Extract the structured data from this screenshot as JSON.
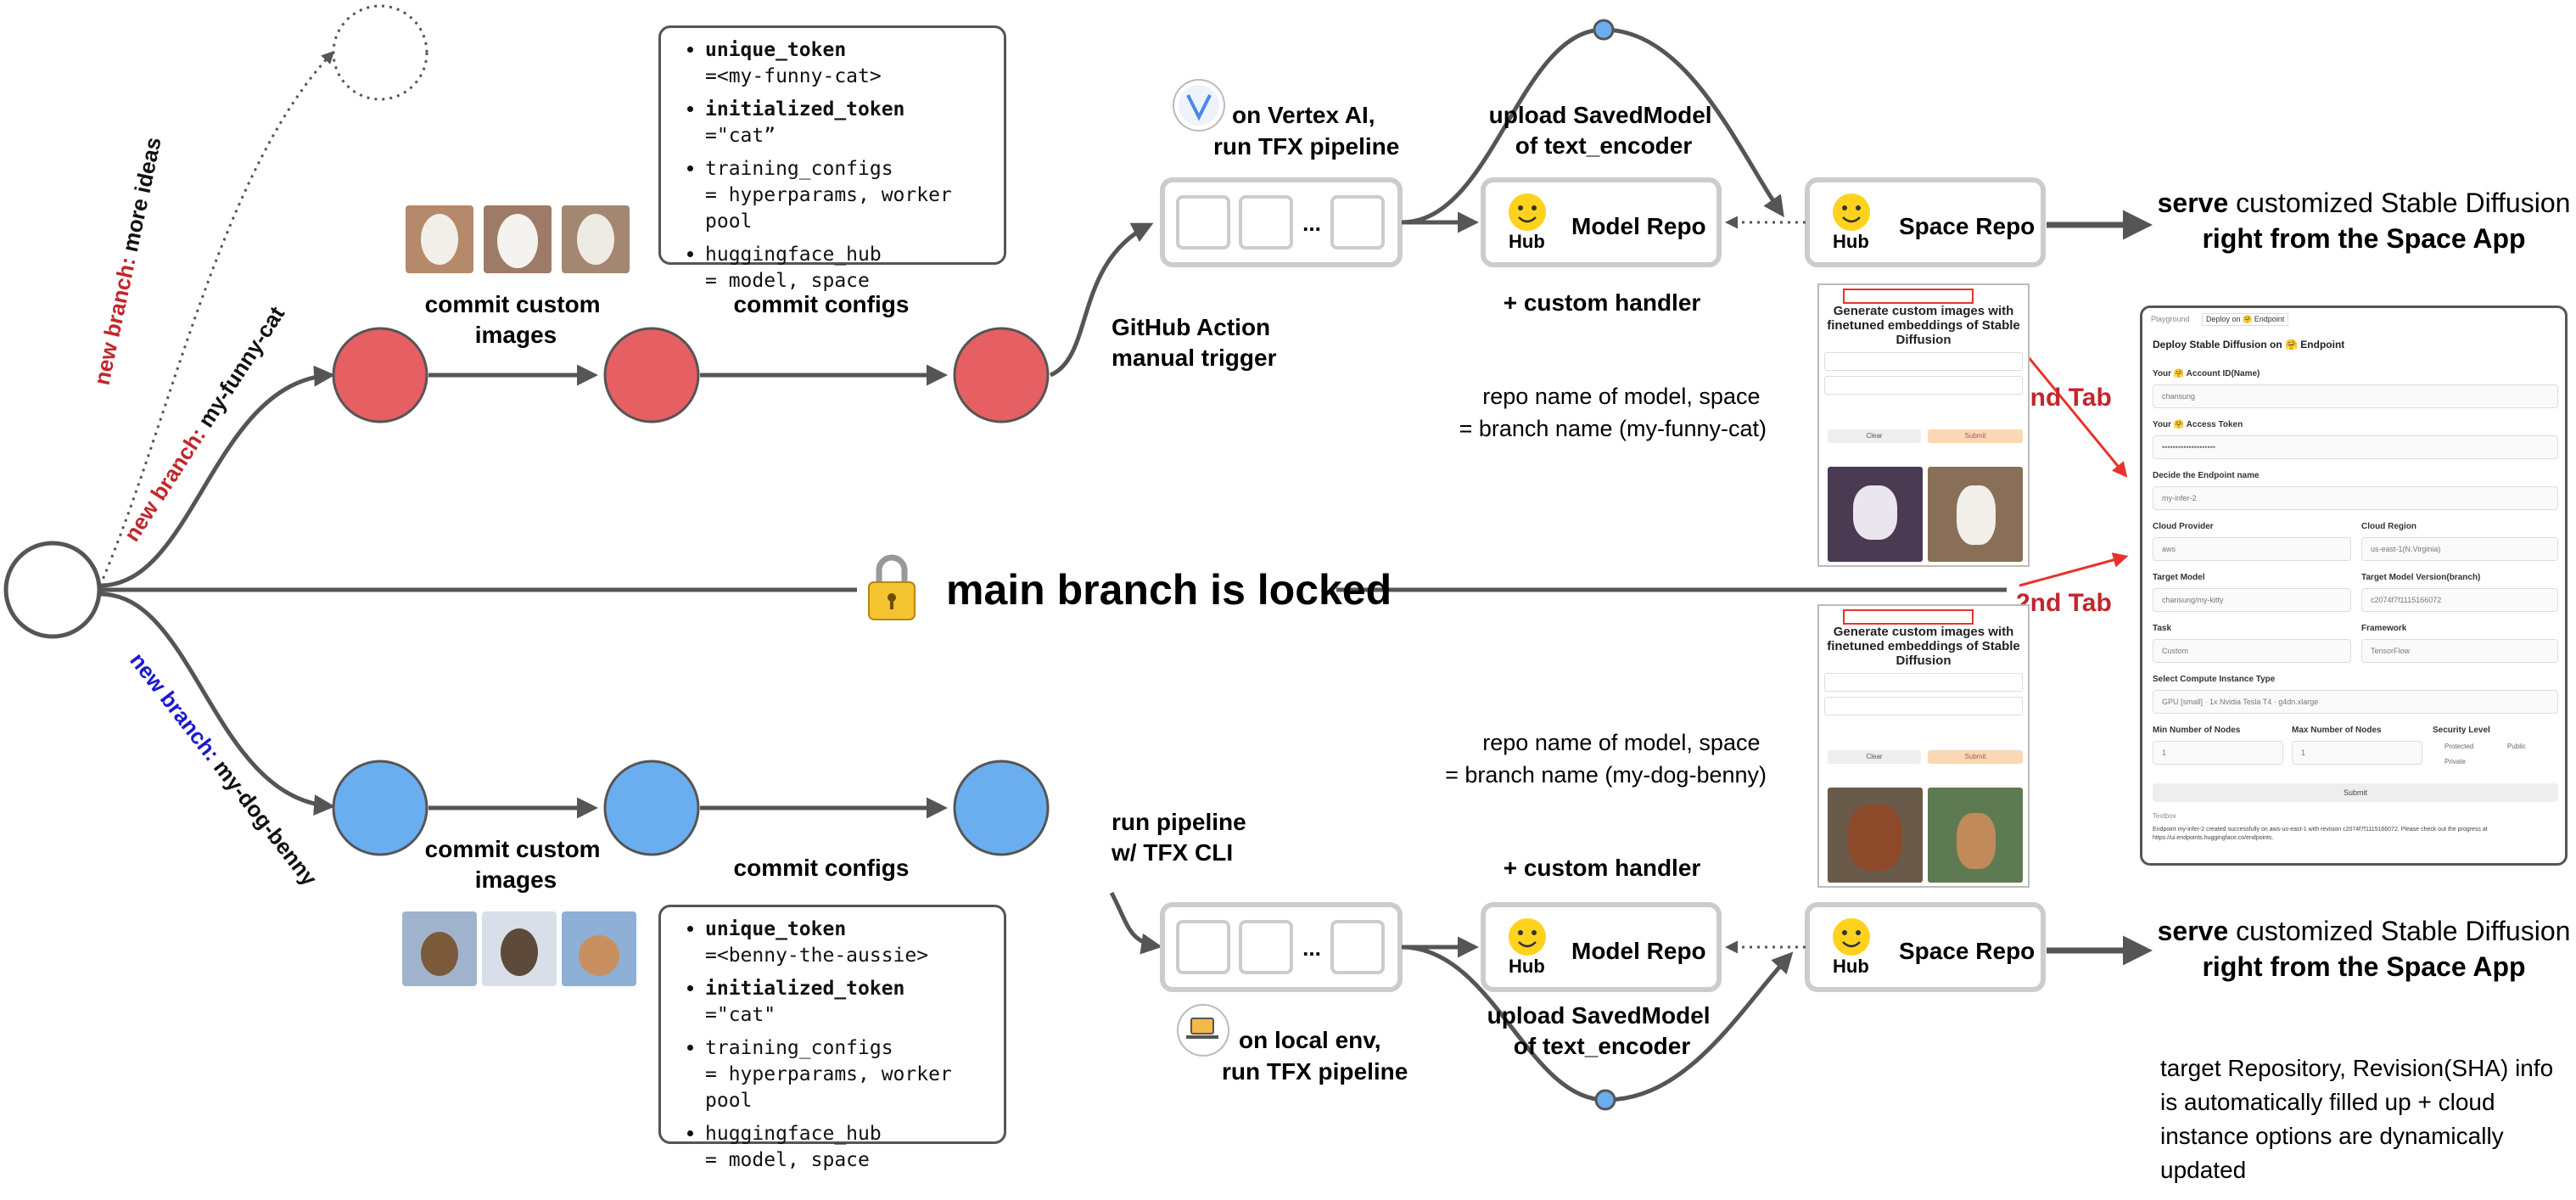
{
  "branches": {
    "more_ideas": {
      "prefix": "new branch:",
      "name": "more ideas"
    },
    "cat": {
      "prefix": "new branch:",
      "name": "my-funny-cat"
    },
    "dog": {
      "prefix": "new branch:",
      "name": "my-dog-benny"
    }
  },
  "steps": {
    "commit_images": "commit custom images",
    "commit_configs": "commit configs",
    "main_locked": "main branch is locked"
  },
  "cat_flow": {
    "trigger": [
      "GitHub Action",
      "manual trigger"
    ],
    "vertex": [
      "on Vertex AI,",
      "run TFX pipeline"
    ],
    "upload": [
      "upload SavedModel",
      "of text_encoder"
    ],
    "model_repo": "Model Repo",
    "space_repo": "Space Repo",
    "hub": "Hub",
    "custom_handler": "+ custom handler",
    "repo_name": [
      "repo name of model, space",
      "= branch name (my-funny-cat)"
    ],
    "serve": {
      "bold": "serve",
      "rest": "customized Stable Diffusion",
      "line2": "right from the Space App"
    },
    "ellipsis": "..."
  },
  "dog_flow": {
    "trigger": [
      "run pipeline",
      "w/ TFX CLI"
    ],
    "local": [
      "on local env,",
      "run TFX pipeline"
    ],
    "upload": [
      "upload SavedModel",
      "of text_encoder"
    ],
    "model_repo": "Model Repo",
    "space_repo": "Space Repo",
    "hub": "Hub",
    "custom_handler": "+ custom handler",
    "repo_name": [
      "repo name of model, space",
      "= branch name (my-dog-benny)"
    ],
    "serve": {
      "bold": "serve",
      "rest": "customized Stable Diffusion",
      "line2": "right from the Space App"
    },
    "ellipsis": "..."
  },
  "cat_config": [
    {
      "key": "unique_token",
      "value": "=<my-funny-cat>",
      "bold": true
    },
    {
      "key": "initialized_token",
      "value": "=\"cat”",
      "bold": true
    },
    {
      "key": "training_configs",
      "value": "= hyperparams, worker pool",
      "bold": false
    },
    {
      "key": "huggingface_hub",
      "value": "= model, space",
      "bold": false
    }
  ],
  "dog_config": [
    {
      "key": "unique_token",
      "value": "=<benny-the-aussie>",
      "bold": true
    },
    {
      "key": "initialized_token",
      "value": "=\"cat\"",
      "bold": true
    },
    {
      "key": "training_configs",
      "value": "= hyperparams, worker pool",
      "bold": false
    },
    {
      "key": "huggingface_hub",
      "value": "= model, space",
      "bold": false
    }
  ],
  "tabs": {
    "second_tab": "2nd Tab"
  },
  "space_app": {
    "title": "Generate custom images with finetuned embeddings of Stable Diffusion",
    "clear": "Clear",
    "submit": "Submit"
  },
  "deploy_panel": {
    "tab1": "Playground",
    "tab2": "Deploy on 🤗 Endpoint",
    "title": "Deploy Stable Diffusion on 🤗 Endpoint",
    "account_label": "Your 🤗 Account ID(Name)",
    "account_value": "chansung",
    "token_label": "Your 🤗 Access Token",
    "token_value": "••••••••••••••••••••",
    "endpoint_label": "Decide the Endpoint name",
    "endpoint_value": "my-infer-2",
    "provider_label": "Cloud Provider",
    "provider_value": "aws",
    "region_label": "Cloud Region",
    "region_value": "us-east-1(N.Virginia)",
    "model_label": "Target Model",
    "model_value": "chansung/my-kitty",
    "revision_label": "Target Model Version(branch)",
    "revision_value": "c2074f7f1115166072",
    "task_label": "Task",
    "task_value": "Custom",
    "framework_label": "Framework",
    "framework_value": "TensorFlow",
    "compute_label": "Select Compute Instance Type",
    "compute_value": "GPU [small] · 1x Nvidia Tesla T4 · g4dn.xlarge",
    "min_label": "Min Number of Nodes",
    "min_value": "1",
    "max_label": "Max Number of Nodes",
    "max_value": "1",
    "security_label": "Security Level",
    "security_options": [
      "Protected",
      "Public",
      "Private"
    ],
    "submit": "Submit",
    "textbox_label": "Textbox",
    "textbox_value": "Endpoint my-infer-2 created successfully on aws-us-east-1 with revision c2074f7f1115166072. Please check out the progress at https://ui.endpoints.huggingface.co/endpoints."
  },
  "footnote": [
    "target Repository, Revision(SHA) info",
    "is automatically filled up + cloud",
    "instance options are dynamically",
    "updated"
  ],
  "colors": {
    "red_node": "#e65f63",
    "blue_node": "#6aaef0",
    "red_text": "#c1272d",
    "blue_text": "#1a1acc",
    "line": "#555555",
    "arrow_red": "#e8332c"
  }
}
